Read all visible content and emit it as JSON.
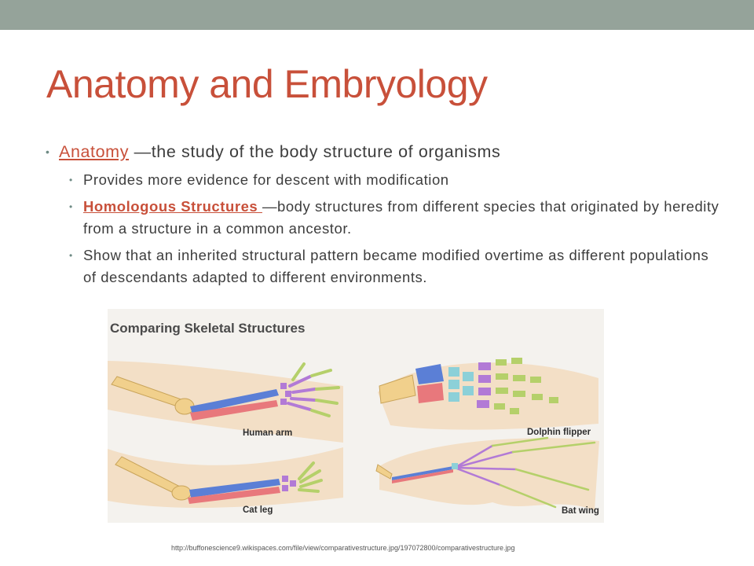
{
  "slide": {
    "title": "Anatomy and Embryology",
    "bullets": {
      "anatomy_link": "Anatomy",
      "anatomy_text": " —the study of the body structure of organisms",
      "sub1": "Provides more evidence for descent with modification",
      "homologous_link": "Homologous  Structures ",
      "homologous_text": "—body structures from different species that originated by heredity from a structure in a common ancestor.",
      "sub3": "Show that an inherited structural pattern became modified overtime as different populations of descendants adapted to different environments."
    },
    "figure": {
      "title": "Comparing Skeletal Structures",
      "labels": {
        "human": "Human arm",
        "dolphin": "Dolphin flipper",
        "cat": "Cat leg",
        "bat": "Bat wing"
      }
    },
    "source": "http://buffonescience9.wikispaces.com/file/view/comparativestructure.jpg/197072800/comparativestructure.jpg"
  },
  "colors": {
    "accent": "#c8503a",
    "header_bar": "#95a39a",
    "body_text": "#3d3d3d",
    "bone_humerus": "#f1d08c",
    "bone_radius": "#e8787c",
    "bone_ulna": "#5b7fd6",
    "bone_carpals": "#8cd0d8",
    "bone_metacarpals": "#b27ad6",
    "bone_phalanges": "#b5d06a"
  }
}
